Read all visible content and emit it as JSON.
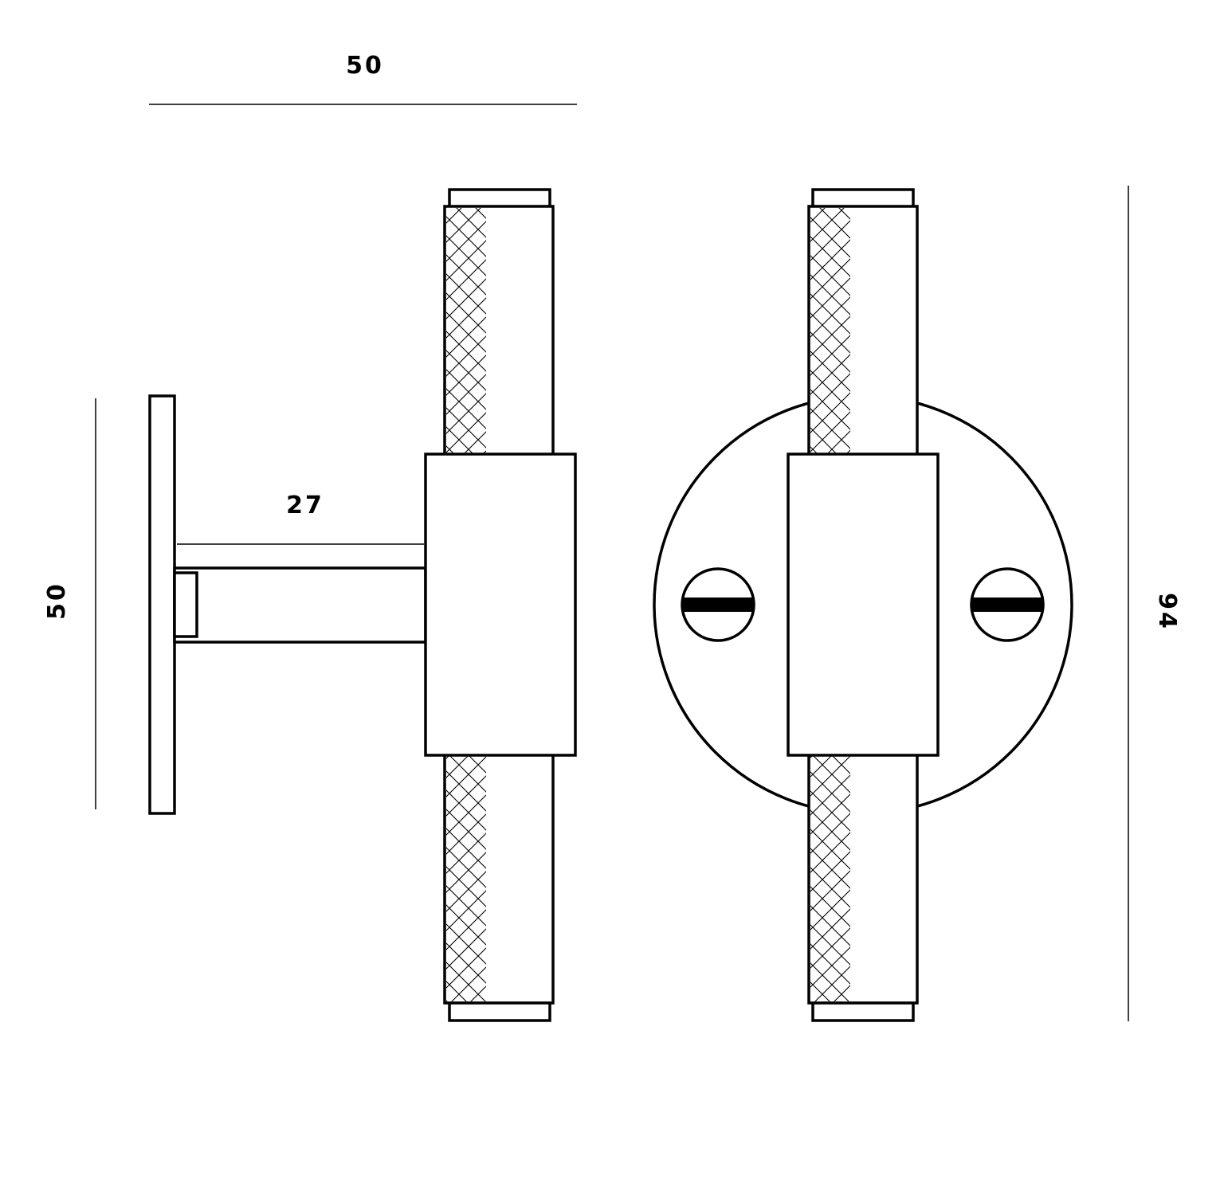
{
  "dimensions": {
    "top_width": "50",
    "rose_height": "50",
    "projection": "27",
    "total_height": "94"
  },
  "colors": {
    "line": "#000000",
    "background": "#ffffff"
  }
}
